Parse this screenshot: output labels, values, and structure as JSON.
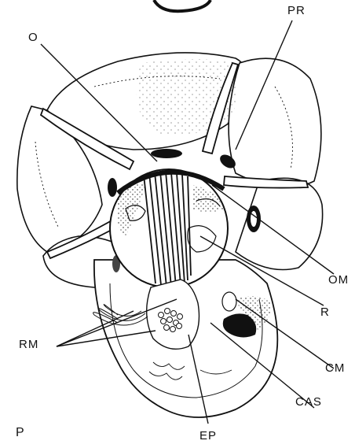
{
  "figure": {
    "ink_color": "#111111",
    "paper_color": "#ffffff",
    "labels": {
      "pr": "PR",
      "o": "O",
      "om": "OM",
      "r": "R",
      "rm": "RM",
      "cm": "CM",
      "cas": "CAS",
      "ep": "EP",
      "p": "P"
    }
  }
}
